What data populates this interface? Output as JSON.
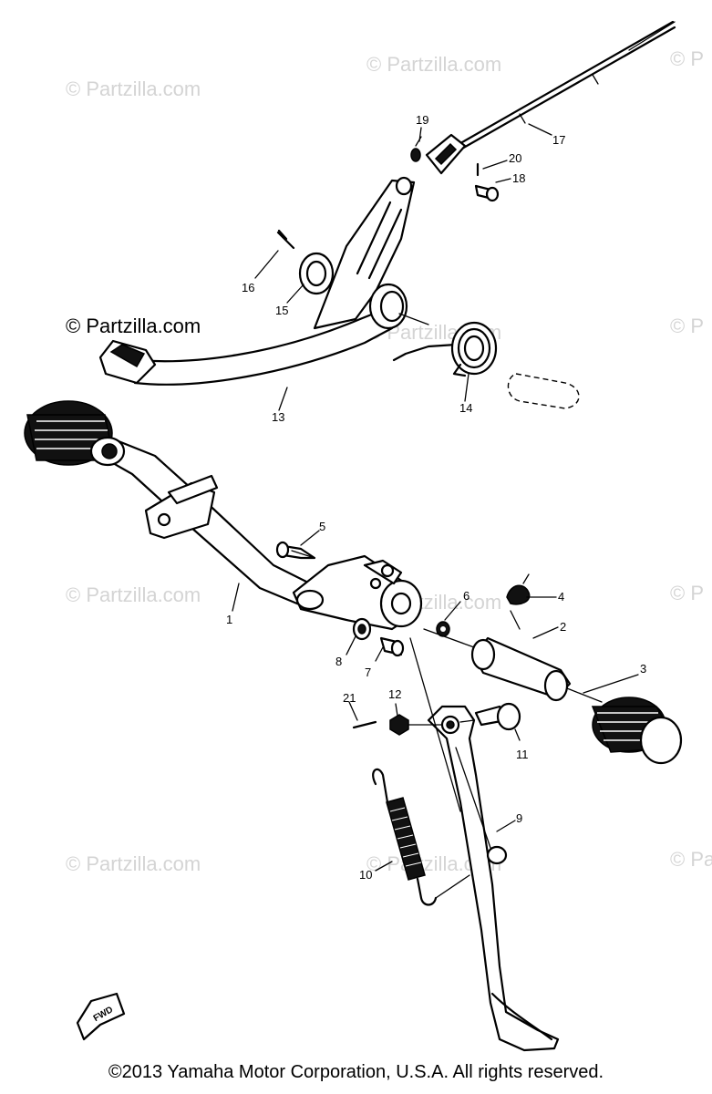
{
  "watermarks": [
    "© Partzilla.com",
    "© Partzilla.com",
    "© P",
    "© Partzilla.com",
    "© Partzilla.com",
    "© P",
    "© Partzilla.com",
    "© Partzilla.com",
    "© P",
    "© Partzilla.com",
    "© Partzilla.com",
    "© P"
  ],
  "watermark_dark": "© Partzilla.com",
  "callouts": {
    "p1": "1",
    "p2": "2",
    "p3": "3",
    "p4": "4",
    "p5": "5",
    "p6": "6",
    "p7": "7",
    "p8": "8",
    "p9": "9",
    "p10": "10",
    "p11": "11",
    "p12": "12",
    "p13": "13",
    "p14": "14",
    "p15": "15",
    "p16": "16",
    "p17": "17",
    "p18": "18",
    "p19": "19",
    "p20": "20",
    "p21": "21"
  },
  "fwd_label": "FWD",
  "copyright": "©2013 Yamaha Motor Corporation, U.S.A. All rights reserved."
}
